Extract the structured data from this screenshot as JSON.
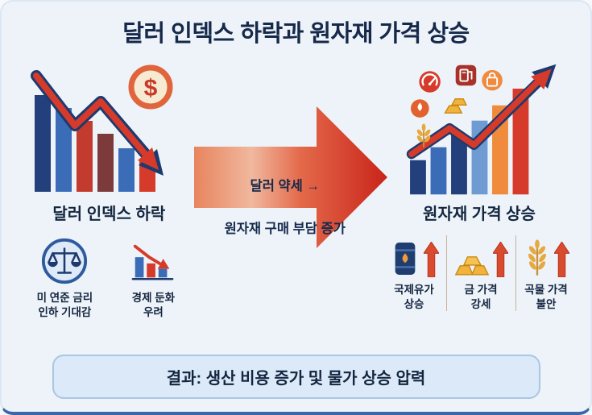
{
  "title": "달러 인덱스 하락과 원자재 가격 상승",
  "left_panel": {
    "label": "달러 인덱스 하락",
    "factors": [
      {
        "icon": "balance-scale-icon",
        "label": "미 연준 금리\n인하 기대감"
      },
      {
        "icon": "declining-chart-icon",
        "label": "경제 둔화\n우려"
      }
    ]
  },
  "center_arrow": {
    "line1": "달러 약세 →",
    "line2": "원자재 구매 부담 증가"
  },
  "right_panel": {
    "label": "원자재 가격 상승",
    "factors": [
      {
        "icon": "oil-barrel-icon",
        "label": "국제유가\n상승"
      },
      {
        "icon": "gold-bar-icon",
        "label": "금 가격\n강세"
      },
      {
        "icon": "wheat-icon",
        "label": "곡물 가격\n불안"
      }
    ]
  },
  "result_banner": "결과: 생산 비용 증가 및 물가 상승 압력",
  "icons": {
    "dollar_symbol": "$"
  },
  "colors": {
    "background": "#edf3f9",
    "heading": "#16294a",
    "accent_red": "#d63a2a",
    "accent_navy": "#1d3a6e",
    "accent_blue": "#3b6cb7",
    "accent_orange": "#f08a3c",
    "banner_bg": "#dbe9f8",
    "banner_border": "#a9c6e4"
  }
}
